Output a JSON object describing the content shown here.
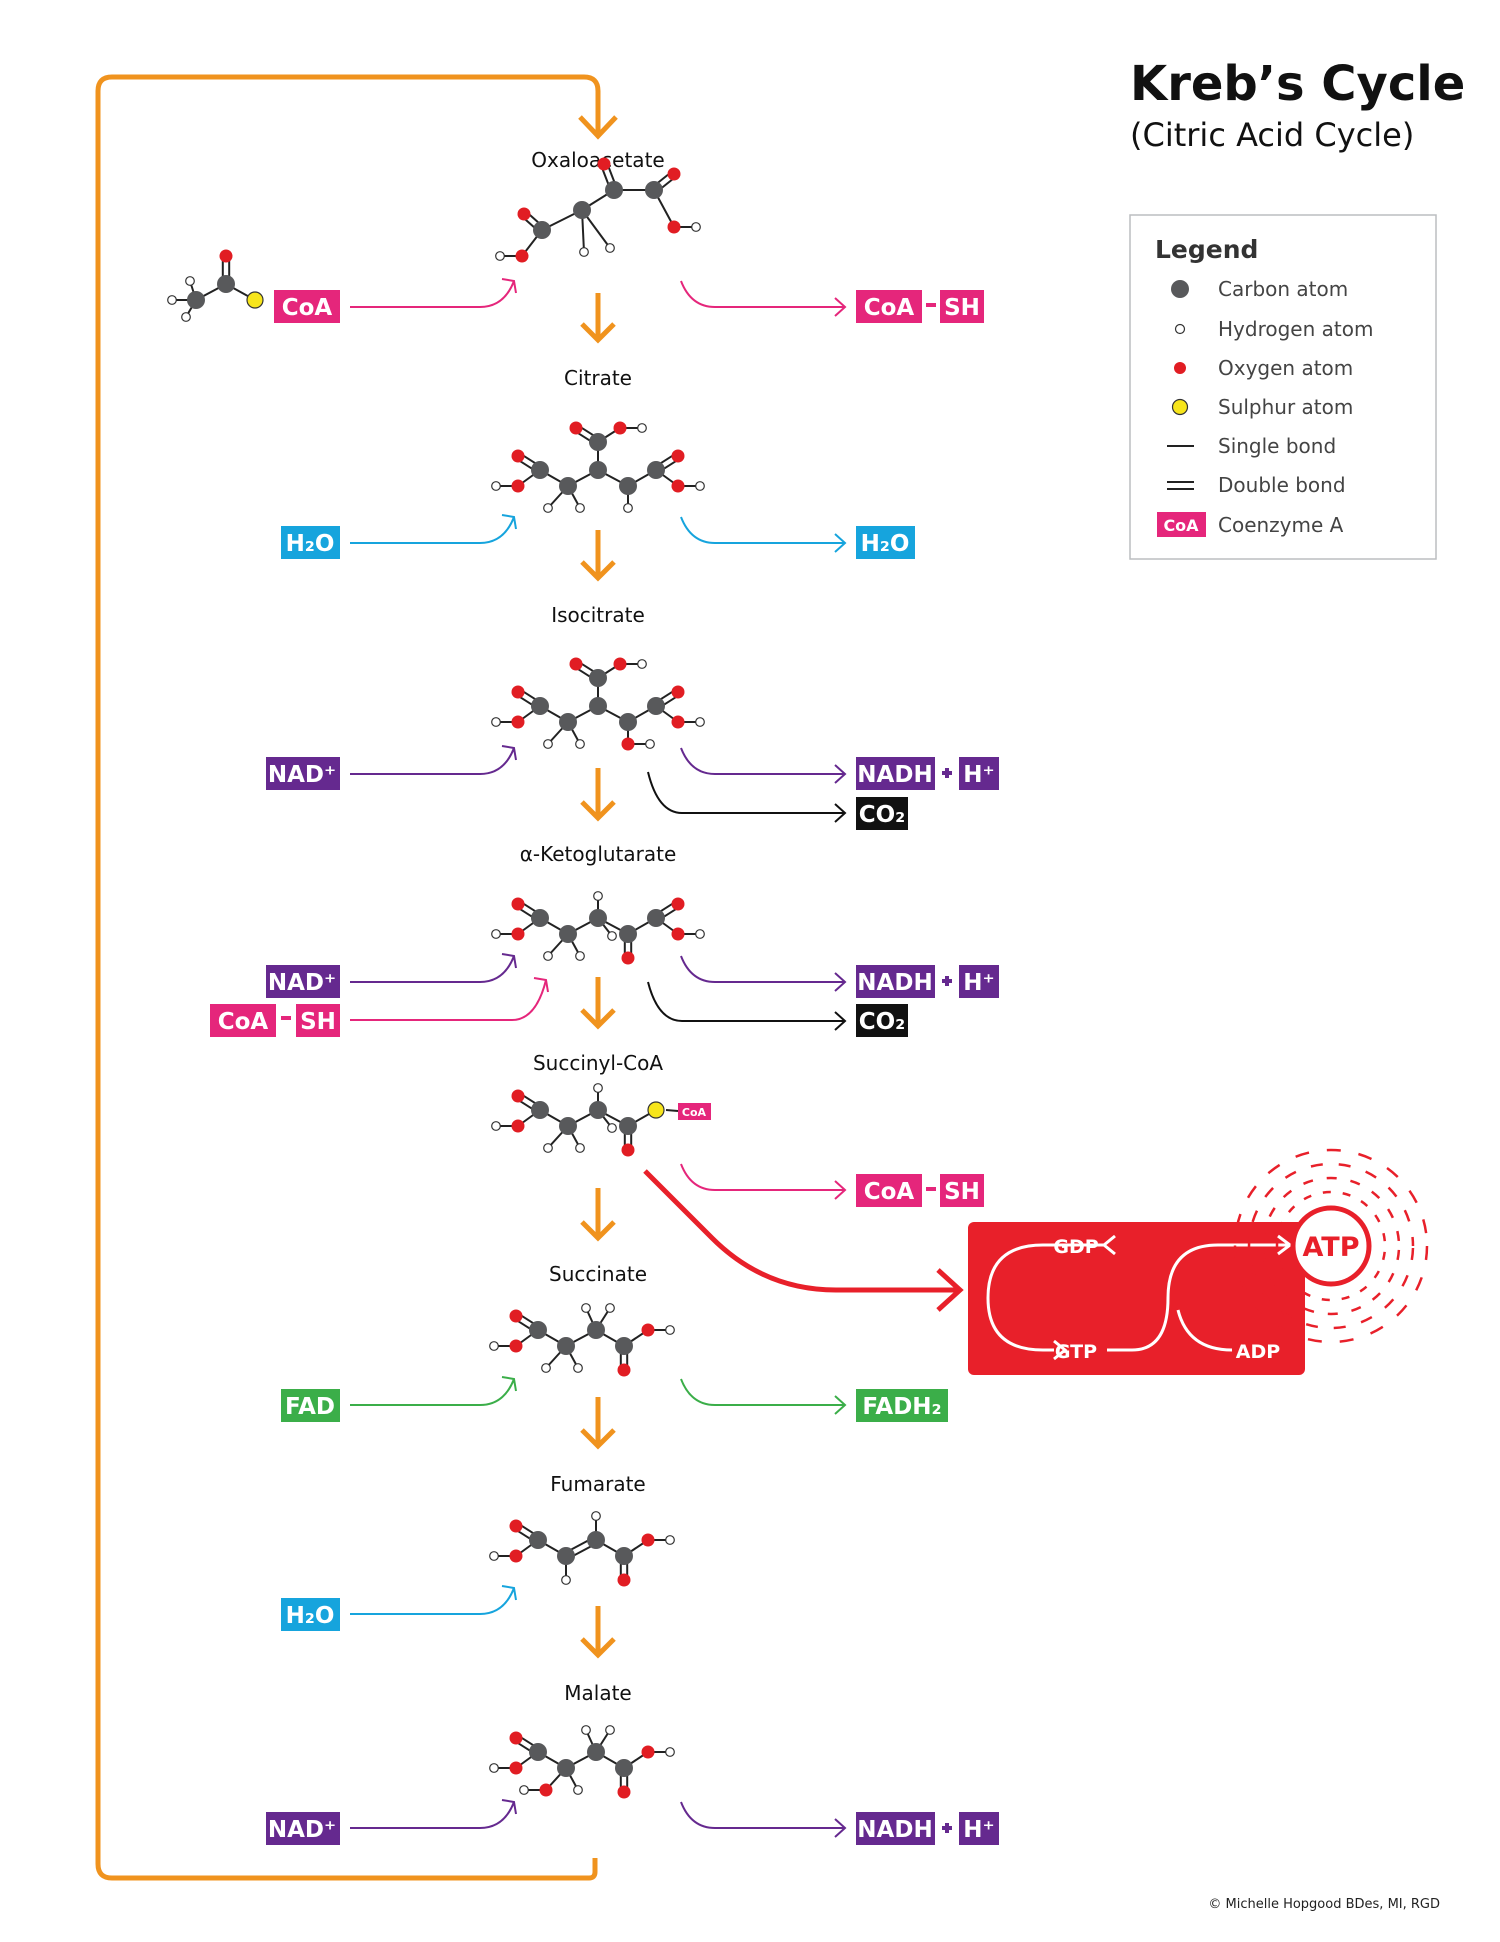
{
  "title": "Kreb’s Cycle",
  "subtitle": "(Citric Acid Cycle)",
  "legend": {
    "heading": "Legend",
    "items": [
      {
        "symbol": "carbon",
        "label": "Carbon atom"
      },
      {
        "symbol": "hydrogen",
        "label": "Hydrogen atom"
      },
      {
        "symbol": "oxygen",
        "label": "Oxygen atom"
      },
      {
        "symbol": "sulphur",
        "label": "Sulphur atom"
      },
      {
        "symbol": "single-bond",
        "label": "Single bond"
      },
      {
        "symbol": "double-bond",
        "label": "Double bond"
      },
      {
        "symbol": "coa-badge",
        "badge": "CoA",
        "label": "Coenzyme A"
      }
    ]
  },
  "molecules": [
    {
      "name": "Oxaloacetate"
    },
    {
      "name": "Citrate"
    },
    {
      "name": "Isocitrate"
    },
    {
      "name": "α-Ketoglutarate"
    },
    {
      "name": "Succinyl-CoA",
      "badge": "CoA"
    },
    {
      "name": "Succinate"
    },
    {
      "name": "Fumarate"
    },
    {
      "name": "Malate"
    }
  ],
  "inputs": {
    "acetyl_coa": "CoA",
    "step2": "H₂O",
    "step3": "NAD⁺",
    "step4a": "NAD⁺",
    "step4b_left": "CoA",
    "step4b_right": "SH",
    "step6": "FAD",
    "step7": "H₂O",
    "step8": "NAD⁺"
  },
  "outputs": {
    "step1_left": "CoA",
    "step1_right": "SH",
    "step2": "H₂O",
    "step3_nadh": "NADH",
    "step3_h": "H⁺",
    "step3_co2": "CO₂",
    "step4_nadh": "NADH",
    "step4_h": "H⁺",
    "step4_co2": "CO₂",
    "step5_left": "CoA",
    "step5_right": "SH",
    "step6": "FADH₂",
    "step8_nadh": "NADH",
    "step8_h": "H⁺"
  },
  "energy": {
    "gdp": "GDP",
    "gtp": "GTP",
    "adp": "ADP",
    "atp": "ATP"
  },
  "copyright": "© Michelle Hopgood BDes, MI, RGD",
  "colors": {
    "cycle_orange": "#f0931e",
    "coa_pink": "#e5267b",
    "water_blue": "#16a4dd",
    "nad_purple": "#65298f",
    "co2_black": "#111111",
    "fad_green": "#3bae49",
    "energy_red": "#e8202a",
    "carbon": "#58595b",
    "oxygen": "#e11d23",
    "sulphur": "#f7e51b"
  }
}
